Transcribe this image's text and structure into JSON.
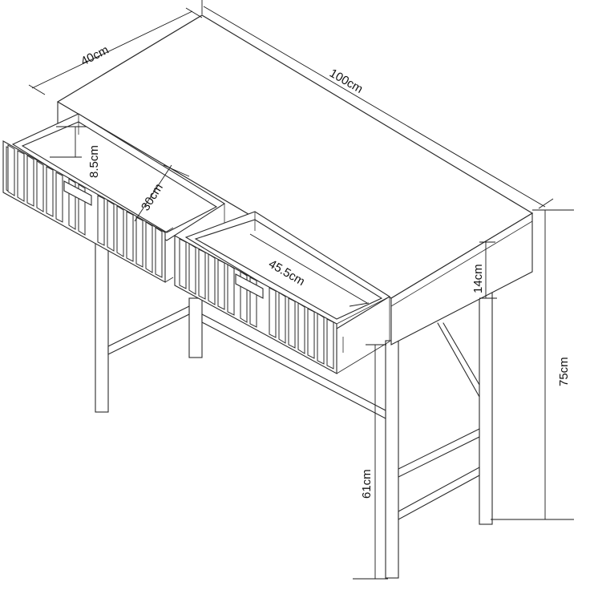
{
  "dimensions": {
    "depth": "40cm",
    "width": "100cm",
    "drawer_height": "8.5cm",
    "drawer_depth": "30cm",
    "drawer_width": "45.5cm",
    "apron_height": "14cm",
    "total_height": "75cm",
    "leg_clearance": "61cm"
  },
  "colors": {
    "line": "#2a2a2a",
    "background": "#ffffff"
  }
}
